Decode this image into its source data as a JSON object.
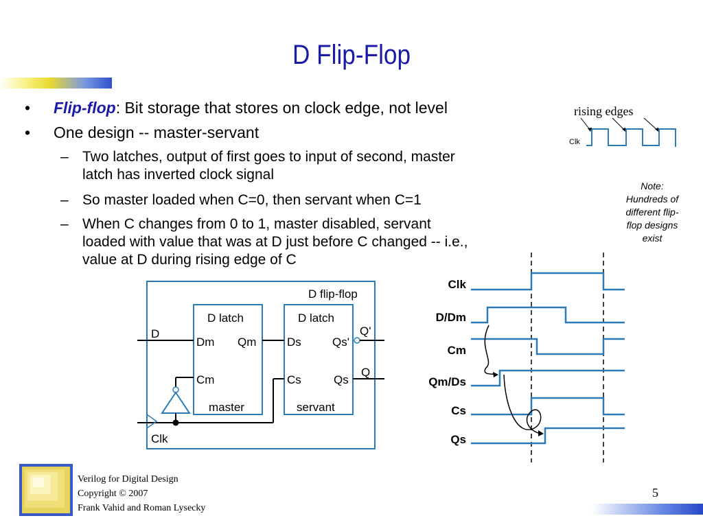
{
  "title": "D Flip-Flop",
  "bullets": [
    {
      "marker": "•",
      "term": "Flip-flop",
      "text": ": Bit storage that stores on clock edge, not level"
    },
    {
      "marker": "•",
      "text": "One design  -- master-servant"
    }
  ],
  "subbullets": [
    {
      "marker": "–",
      "lines": [
        "Two latches, output of first goes to input of second, master",
        "latch has inverted clock signal"
      ]
    },
    {
      "marker": "–",
      "lines": [
        "So master loaded when C=0, then servant when C=1"
      ]
    },
    {
      "marker": "–",
      "lines": [
        "When C changes from 0 to 1, master disabled, servant",
        "loaded with value that was at D just before C changed -- i.e.,",
        "value at D during rising edge of C"
      ]
    }
  ],
  "clock_figure": {
    "caption": "rising edges",
    "signal_label": "Clk"
  },
  "note": [
    "Note:",
    "Hundreds of",
    "different flip-",
    "flop designs",
    "exist"
  ],
  "circuit": {
    "box_label": "D flip-flop",
    "input_d": "D",
    "input_clk": "Clk",
    "master": {
      "title": "D latch",
      "d_port": "Dm",
      "q_port": "Qm",
      "c_port": "Cm",
      "name": "master"
    },
    "servant": {
      "title": "D latch",
      "d_port": "Ds",
      "q_port": "Qs'",
      "c_port": "Cs",
      "q2_port": "Qs",
      "name": "servant"
    },
    "output_q_bar": "Q'",
    "output_q": "Q"
  },
  "timing": {
    "signals": [
      "Clk",
      "D/Dm",
      "Cm",
      "Qm/Ds",
      "Cs",
      "Qs"
    ]
  },
  "footer": [
    "Verilog for Digital Design",
    "Copyright © 2007",
    "Frank Vahid and Roman Lysecky"
  ],
  "slide_number": "5",
  "colors": {
    "title": "#1a1aa6",
    "diagram": "#2a7ab8",
    "wire": "#000000"
  }
}
